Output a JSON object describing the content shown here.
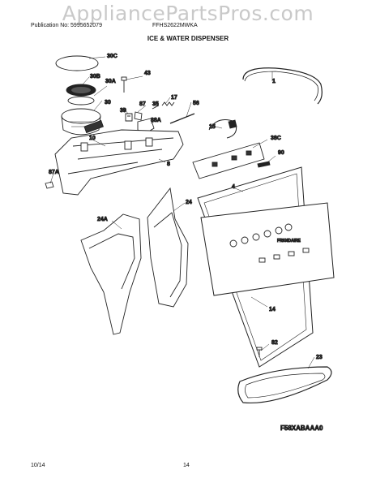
{
  "watermark": "AppliancePartsPros.com",
  "header": {
    "publication": "Publication No: 5995652079",
    "model": "FFHS2622MWKA",
    "title": "ICE & WATER DISPENSER"
  },
  "callouts": {
    "p30c": "30C",
    "p30b": "30B",
    "p30a": "30A",
    "p43": "43",
    "p30": "30",
    "p39": "39",
    "p87": "87",
    "p35": "35",
    "p17": "17",
    "p56": "56",
    "p38a": "38A",
    "p1": "1",
    "p15": "15",
    "p10": "10",
    "p38c": "38C",
    "p90": "90",
    "p8": "8",
    "p87a": "87A",
    "p4": "4",
    "p24": "24",
    "p24a": "24A",
    "p14": "14",
    "p82": "82",
    "p23": "23"
  },
  "drawing_code": "F58XABAAA0",
  "panel_brand": "FRIGIDAIRE",
  "footer": {
    "date": "10/14",
    "page": "14"
  }
}
